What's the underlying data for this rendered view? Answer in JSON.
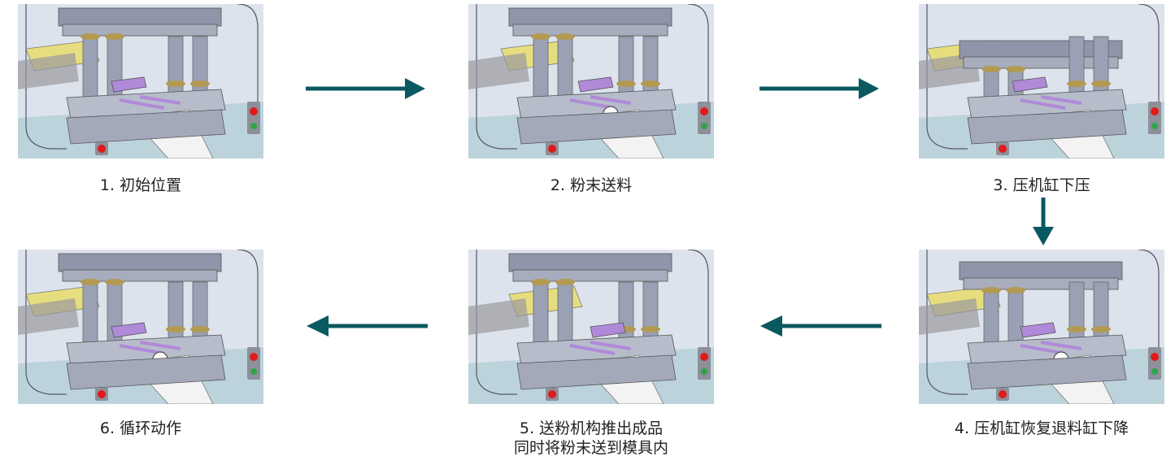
{
  "colors": {
    "arrow": "#0b5960",
    "press_frame": "#8f96aa",
    "column": "#9aa1b4",
    "brass_ring": "#b39a52",
    "feeder_yellow": "#e6dd7e",
    "purple_parts": "#b08ad8",
    "guard_glass": "#dde3ec",
    "belt": "#f3f3f3",
    "indicator_red": "#e01a1a",
    "indicator_green": "#2fa44a"
  },
  "steps": [
    {
      "number": "1.",
      "label": "初始位置",
      "label_line2": ""
    },
    {
      "number": "2.",
      "label": "粉末送料",
      "label_line2": ""
    },
    {
      "number": "3.",
      "label": "压机缸下压",
      "label_line2": ""
    },
    {
      "number": "4.",
      "label": "压机缸恢复退料缸下降",
      "label_line2": ""
    },
    {
      "number": "5.",
      "label": "送粉机构推出成品",
      "label_line2": "同时将粉末送到模具内"
    },
    {
      "number": "6.",
      "label": "循环动作",
      "label_line2": ""
    }
  ],
  "arrows": [
    "arrow-right-icon",
    "arrow-right-icon",
    "arrow-down-icon",
    "arrow-left-icon",
    "arrow-left-icon"
  ]
}
